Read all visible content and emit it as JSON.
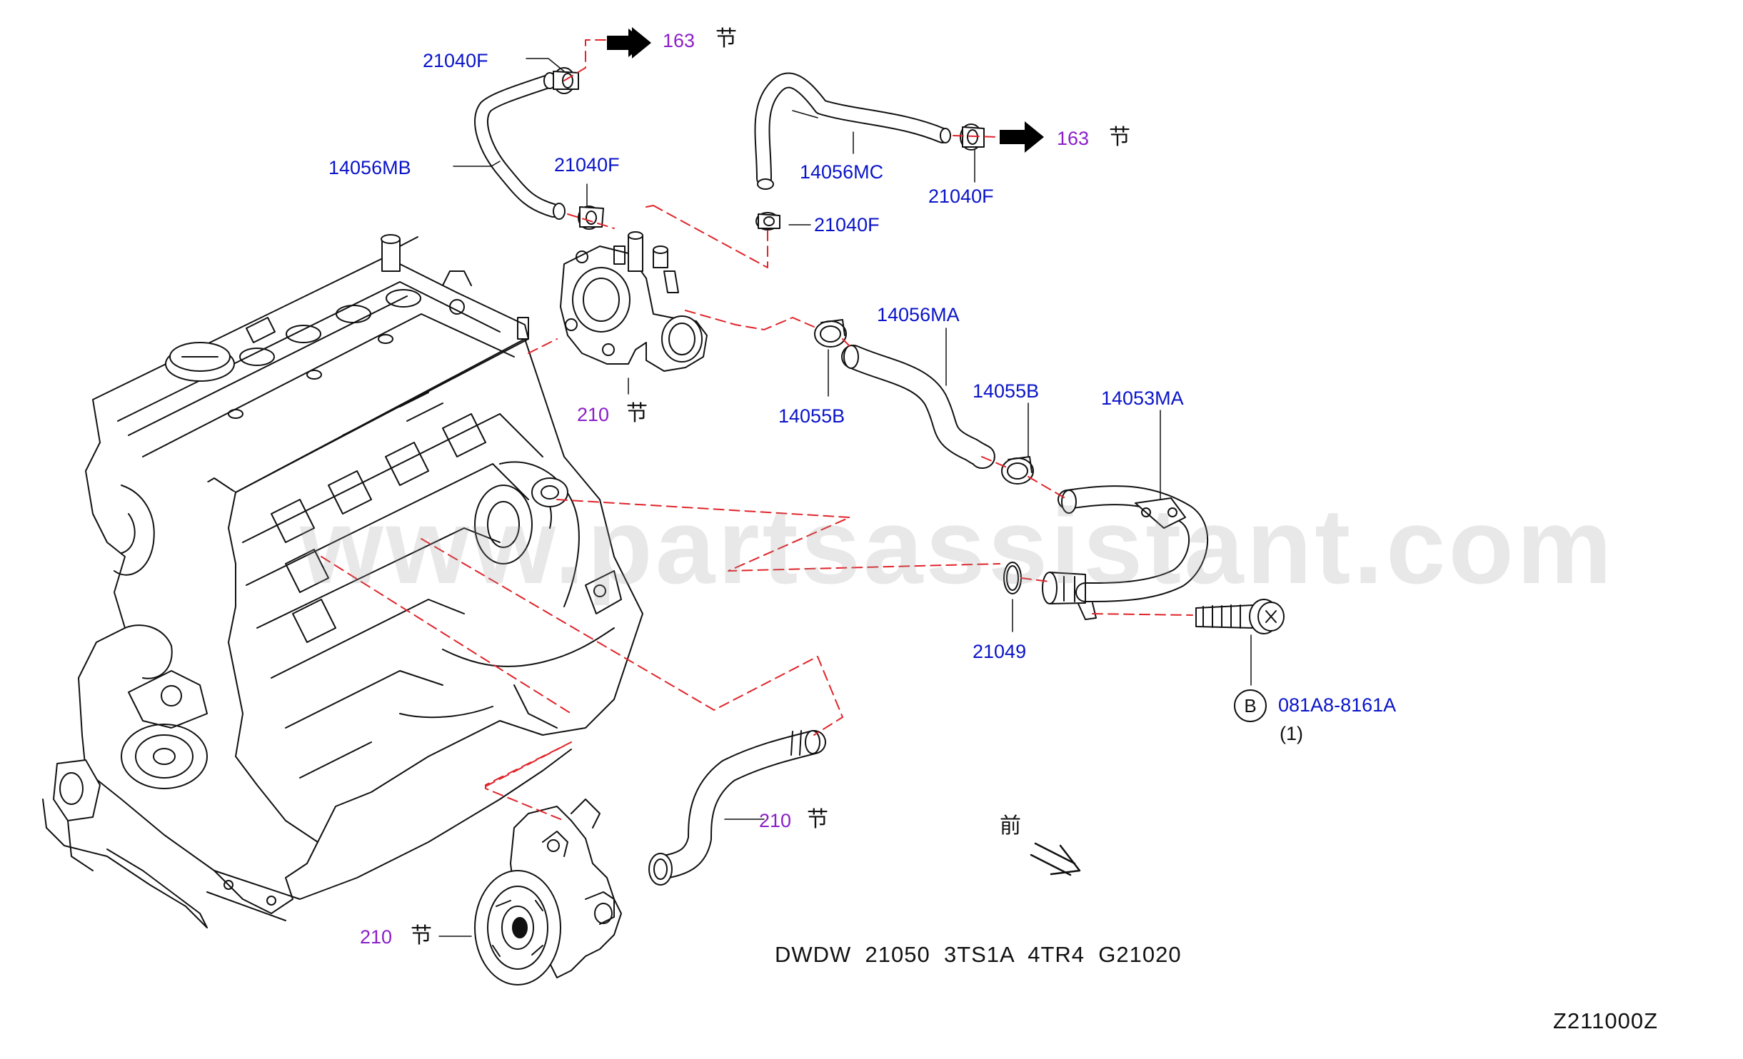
{
  "watermark": "www.partsassistant.com",
  "labels": {
    "p21040F_a": "21040F",
    "p14056MB": "14056MB",
    "p21040F_b": "21040F",
    "p14056MC": "14056MC",
    "p21040F_c": "21040F",
    "p21040F_d": "21040F",
    "p14056MA": "14056MA",
    "p14055B_a": "14055B",
    "p14055B_b": "14055B",
    "p14053MA": "14053MA",
    "p21049": "21049",
    "p081A8": "081A8-8161A",
    "qty": "(1)",
    "circle_b": "B",
    "bolt_mark": "X"
  },
  "refs": {
    "r163_a": "163",
    "r163_b": "163",
    "r210_a": "210",
    "r210_b": "210",
    "r210_c": "210",
    "section_char": "节",
    "front_char": "前"
  },
  "footer": {
    "model_code": "DWDW  21050  3TS1A  4TR4  G21020",
    "diagram_id": "Z211000Z"
  },
  "colors": {
    "part_number": "#0a14c8",
    "reference": "#8a1fc8",
    "leader_dash": "#e0242a",
    "line_art": "#111111"
  }
}
